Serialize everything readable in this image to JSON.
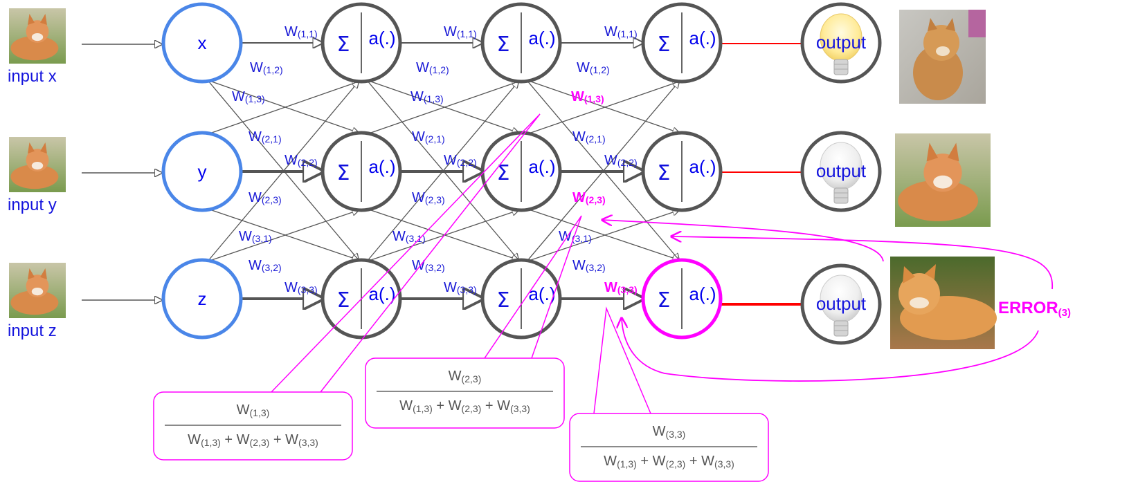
{
  "inputs": [
    {
      "label": "input x",
      "image": "fox-photo"
    },
    {
      "label": "input y",
      "image": "fox-photo"
    },
    {
      "label": "input z",
      "image": "fox-photo"
    }
  ],
  "input_nodes": [
    "x",
    "y",
    "z"
  ],
  "neuron": {
    "sum_symbol": "Σ",
    "activation": "a(.)"
  },
  "weights": {
    "w11": {
      "base": "W",
      "sub": "(1,1)"
    },
    "w12": {
      "base": "W",
      "sub": "(1,2)"
    },
    "w13": {
      "base": "W",
      "sub": "(1,3)"
    },
    "w21": {
      "base": "W",
      "sub": "(2,1)"
    },
    "w22": {
      "base": "W",
      "sub": "(2,2)"
    },
    "w23": {
      "base": "W",
      "sub": "(2,3)"
    },
    "w31": {
      "base": "W",
      "sub": "(3,1)"
    },
    "w32": {
      "base": "W",
      "sub": "(3,2)"
    },
    "w33": {
      "base": "W",
      "sub": "(3,3)"
    }
  },
  "outputs": [
    {
      "label": "output",
      "bulb": "lit",
      "image": "shiba-dog-photo"
    },
    {
      "label": "output",
      "bulb": "unlit",
      "image": "fox-photo"
    },
    {
      "label": "output",
      "bulb": "unlit",
      "image": "orange-cat-photo"
    }
  ],
  "error": {
    "base": "ERROR",
    "sub": "(3)"
  },
  "fractions": [
    {
      "num_base": "W",
      "num_sub": "(1,3)",
      "den": [
        [
          "W",
          "(1,3)"
        ],
        [
          "W",
          "(2,3)"
        ],
        [
          "W",
          "(3,3)"
        ]
      ],
      "plus": "+"
    },
    {
      "num_base": "W",
      "num_sub": "(2,3)",
      "den": [
        [
          "W",
          "(1,3)"
        ],
        [
          "W",
          "(2,3)"
        ],
        [
          "W",
          "(3,3)"
        ]
      ],
      "plus": "+"
    },
    {
      "num_base": "W",
      "num_sub": "(3,3)",
      "den": [
        [
          "W",
          "(1,3)"
        ],
        [
          "W",
          "(2,3)"
        ],
        [
          "W",
          "(3,3)"
        ]
      ],
      "plus": "+"
    }
  ],
  "colors": {
    "input_node": "#4a86e8",
    "neuron": "#555555",
    "highlight": "#ff00ff",
    "edge": "#555555",
    "output_edge": "#ff0000",
    "text_blue": "#1a1ad6"
  }
}
